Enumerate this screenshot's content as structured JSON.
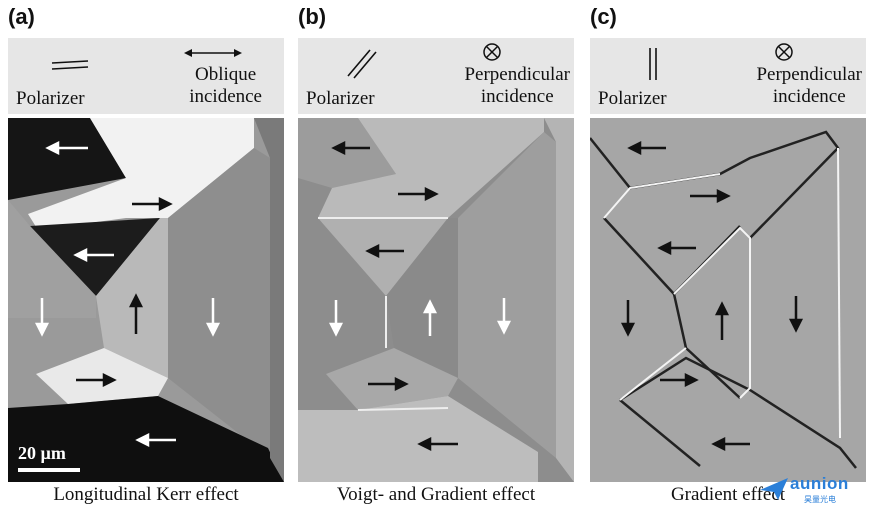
{
  "panels": [
    {
      "label": "(a)",
      "polarizer_label": "Polarizer",
      "incidence_line1": "Oblique",
      "incidence_line2": "incidence",
      "polarizer_icon": "double-horizontal-lines-icon",
      "incidence_icon": "double-headed-arrow-icon",
      "scale_label": "20 µm",
      "caption": "Longitudinal Kerr effect"
    },
    {
      "label": "(b)",
      "polarizer_label": "Polarizer",
      "incidence_line1": "Perpendicular",
      "incidence_line2": "incidence",
      "polarizer_icon": "double-diagonal-lines-icon",
      "incidence_icon": "circled-cross-icon",
      "caption": "Voigt- and Gradient effect"
    },
    {
      "label": "(c)",
      "polarizer_label": "Polarizer",
      "incidence_line1": "Perpendicular",
      "incidence_line2": "incidence",
      "polarizer_icon": "double-vertical-lines-icon",
      "incidence_icon": "circled-cross-icon",
      "caption": "Gradient effect"
    }
  ],
  "watermark": {
    "name": "aunion",
    "subtitle": "昊量光电",
    "color": "#2b7fd8"
  }
}
